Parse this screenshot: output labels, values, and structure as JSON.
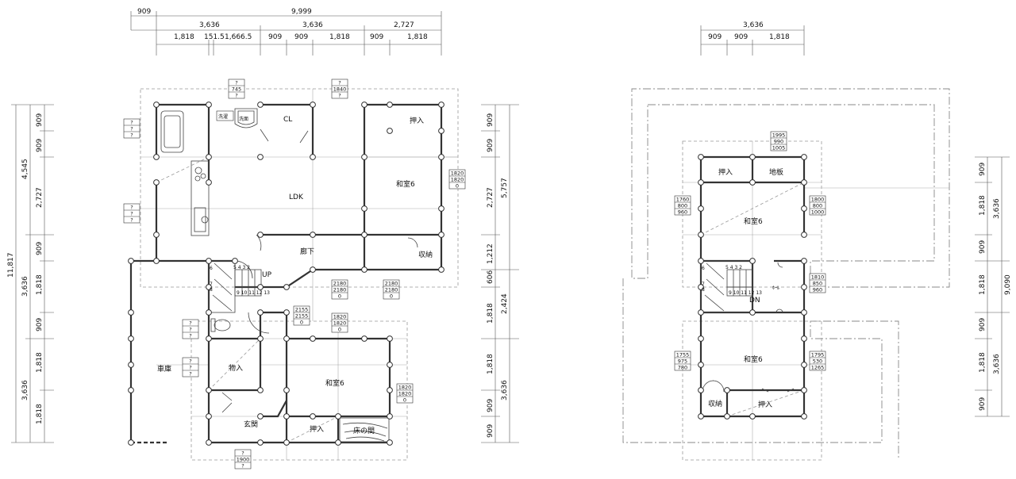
{
  "dimensions": {
    "top_total": "909",
    "top_total2": "9,999",
    "top_row2": [
      "3,636",
      "3,636",
      "2,727"
    ],
    "top_row3": [
      "1,818",
      "151.5",
      "1,666.5",
      "909",
      "909",
      "1,818",
      "909",
      "1,818"
    ],
    "top_right_total": "3,636",
    "top_right_row": [
      "909",
      "909",
      "1,818"
    ],
    "left_outer": "11,817",
    "left_mid": [
      "4,545",
      "3,636",
      "3,636"
    ],
    "left_inner": [
      "909",
      "909",
      "2,727",
      "909",
      "1,818",
      "909",
      "1,818",
      "1,818"
    ],
    "mid_col1": [
      "909",
      "909",
      "2,727",
      "1,212",
      "606",
      "1,818",
      "1,818",
      "909",
      "909"
    ],
    "mid_col2": [
      "5,757",
      "2,424",
      "3,636"
    ],
    "right_col1": [
      "909",
      "1,818",
      "909",
      "1,818",
      "909",
      "1,818",
      "909"
    ],
    "right_col2": [
      "3,636",
      "9,090",
      "3,636"
    ]
  },
  "rooms_f1": {
    "bath": "洗濯",
    "wash": "洗面",
    "cl": "CL",
    "oshiire1": "押入",
    "ldk": "LDK",
    "washitsu1": "和室6",
    "rouka": "廊下",
    "shuno1": "収納",
    "up": "UP",
    "garage": "車庫",
    "monoire": "物入",
    "washitsu2": "和室6",
    "genkan": "玄関",
    "oshiire2": "押入",
    "tokonoma": "床の間"
  },
  "rooms_f2": {
    "oshiire1": "押入",
    "jiita": "地板",
    "washitsu1": "和室6",
    "hall": "ﾎｰﾙ",
    "dn": "DN",
    "washitsu2": "和室6",
    "shuno": "収納",
    "oshiire2": "押入"
  },
  "stairs": {
    "top": "5 4 3 2",
    "left1": "6",
    "left2": "7",
    "left3": "8",
    "bottom": "9 10 11 12 13"
  },
  "boxes": {
    "b1": [
      "?",
      "745",
      "?"
    ],
    "b2": [
      "?",
      "1840",
      "?"
    ],
    "b3": [
      "?",
      "?",
      "?"
    ],
    "b4": [
      "?",
      "?",
      "?"
    ],
    "b5": [
      "1820",
      "1820",
      "0"
    ],
    "b6": [
      "2180",
      "2180",
      "0"
    ],
    "b7": [
      "2180",
      "2180",
      "0"
    ],
    "b8": [
      "2155",
      "2155",
      "0"
    ],
    "b9": [
      "1820",
      "1820",
      "0"
    ],
    "b10": [
      "?",
      "?",
      "?"
    ],
    "b11": [
      "?",
      "?",
      "?"
    ],
    "b12": [
      "1820",
      "1820",
      "0"
    ],
    "b13": [
      "?",
      "1900",
      "?"
    ],
    "c1": [
      "1995",
      "990",
      "1005"
    ],
    "c2": [
      "1760",
      "800",
      "960"
    ],
    "c3": [
      "1800",
      "800",
      "1000"
    ],
    "c4": [
      "1810",
      "850",
      "960"
    ],
    "c5": [
      "1755",
      "975",
      "780"
    ],
    "c6": [
      "1795",
      "530",
      "1265"
    ]
  }
}
